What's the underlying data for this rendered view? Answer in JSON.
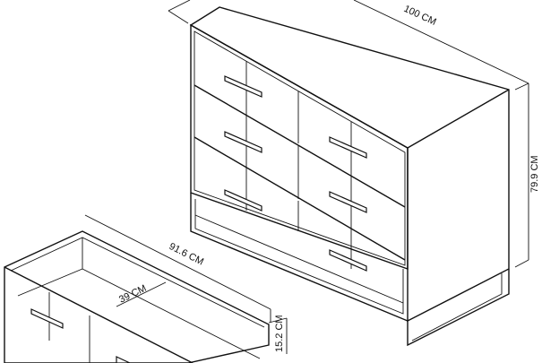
{
  "dimensions": {
    "width": "100 CM",
    "height": "79.9 CM",
    "drawer_width": "91.6 CM",
    "drawer_depth": "39 CM",
    "drawer_height": "15.2 CM"
  }
}
